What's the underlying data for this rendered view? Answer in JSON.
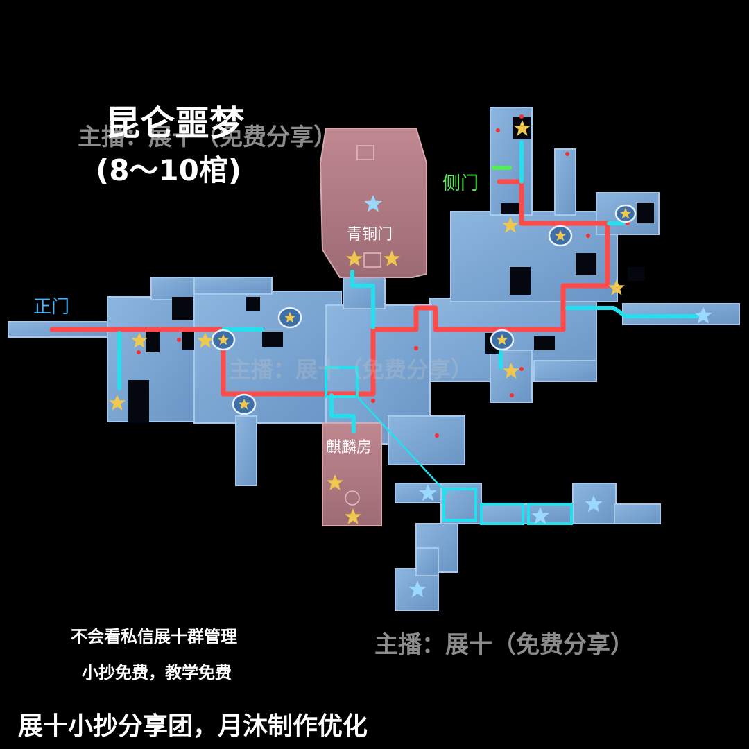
{
  "map": {
    "title": "昆仑噩梦",
    "subtitle": "(8～10棺)",
    "watermark": "主播：展十（免费分享）",
    "labels": {
      "main_gate": "正门",
      "side_gate": "侧门",
      "bronze_gate": "青铜门",
      "qilin_room": "麒麟房"
    },
    "notes": {
      "line1": "不会看私信展十群管理",
      "line2": "小抄免费，教学免费"
    },
    "credit": "展十小抄分享团，月沐制作优化",
    "legend_colors": {
      "route_main": "#ff4a4a",
      "route_branch": "#22e0ee",
      "side_gate_marker": "#55ee55",
      "gold_star": "#f0c850",
      "blue_star": "#9ad8ff",
      "floor": "#7aa6d4",
      "special_room": "#b07580"
    },
    "icons": [
      "gold-star-icon",
      "blue-star-icon",
      "crown-badge-icon",
      "red-marker-icon"
    ]
  }
}
